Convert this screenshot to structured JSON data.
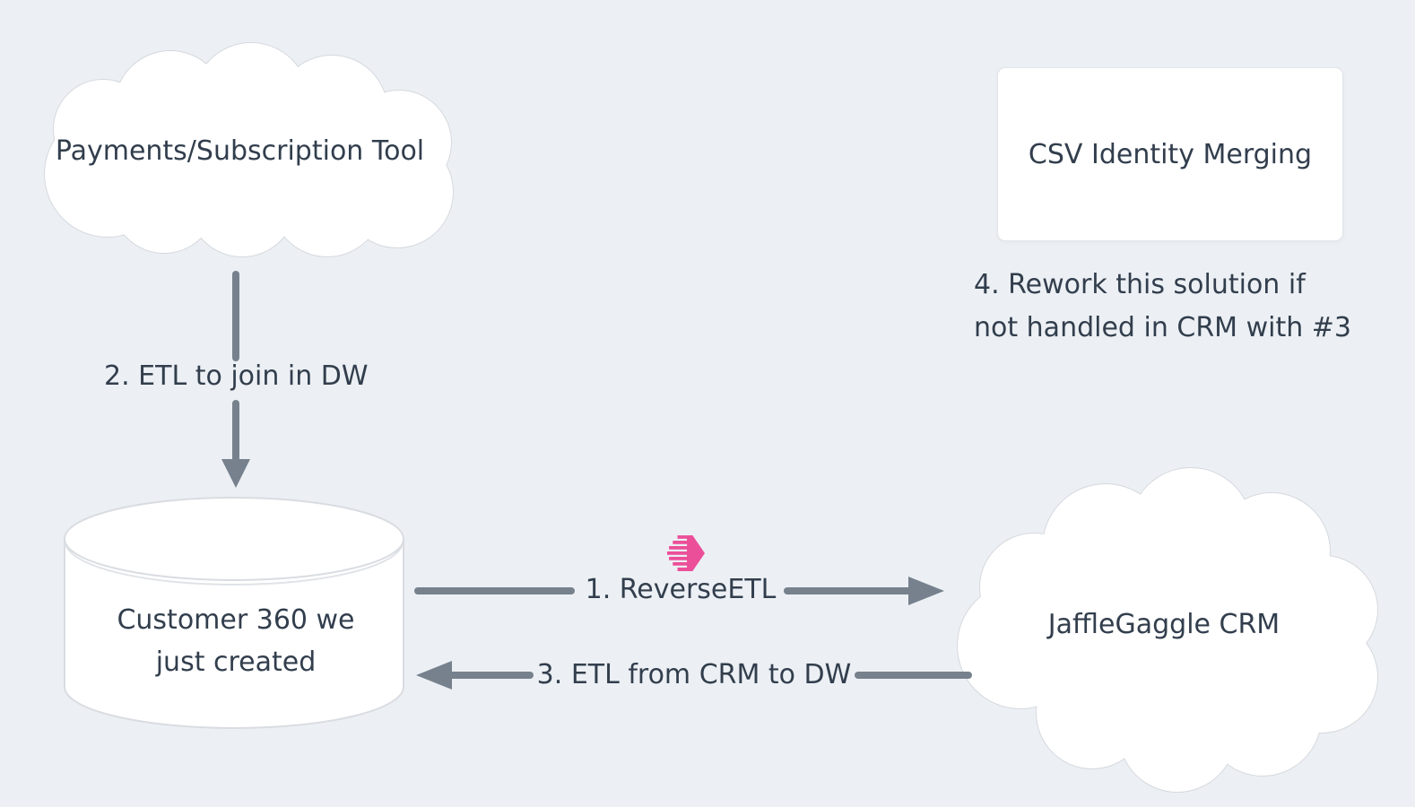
{
  "diagram": {
    "description_colors": {
      "background": "#ecf0f4",
      "shape_fill": "#ffffff",
      "shape_border": "#d5d9de",
      "text": "#323e4d",
      "arrow": "#76818d",
      "hightouch_pink": "#ec4f99"
    },
    "nodes": {
      "payments": {
        "shape": "cloud",
        "label": "Payments/Subscription Tool"
      },
      "csv_merging": {
        "shape": "rectangle",
        "label": "CSV Identity Merging"
      },
      "warehouse": {
        "shape": "cylinder",
        "label_line1": "Customer 360 we",
        "label_line2": "just created"
      },
      "crm": {
        "shape": "cloud",
        "label": "JaffleGaggle CRM"
      }
    },
    "annotations": {
      "rework_note": {
        "line1": "4. Rework this solution if",
        "line2": "not handled in CRM with #3"
      }
    },
    "arrows": {
      "etl_to_dw": {
        "label": "2. ETL to join in DW",
        "from": "payments",
        "to": "warehouse",
        "direction": "down"
      },
      "reverse_etl": {
        "label": "1. ReverseETL",
        "from": "warehouse",
        "to": "crm",
        "direction": "right"
      },
      "etl_from_crm": {
        "label": "3. ETL from CRM to DW",
        "from": "crm",
        "to": "warehouse",
        "direction": "left"
      }
    },
    "icons": {
      "hightouch": {
        "name": "hightouch-logo-icon",
        "color": "#ec4f99"
      }
    }
  }
}
